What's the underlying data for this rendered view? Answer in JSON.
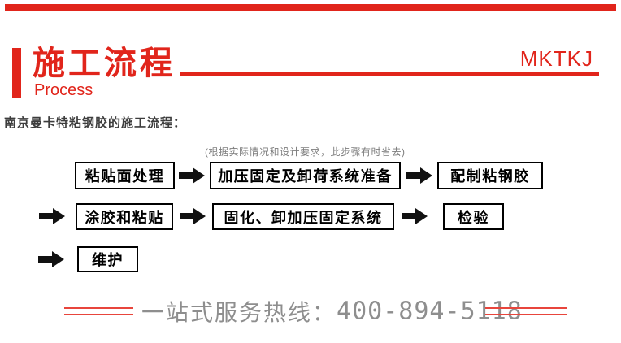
{
  "colors": {
    "accent_red": "#e1251b",
    "footer_line_red": "#e8453c",
    "box_border": "#000000",
    "box_text": "#000000",
    "intro_text": "#3d3d3d",
    "note_text": "#7d7d7d",
    "hotline_text": "#8e8e8e"
  },
  "header": {
    "title": "施工流程",
    "subtitle": "Process",
    "brand": "MKTKJ"
  },
  "intro": {
    "text": "南京曼卡特粘钢胶的施工流程："
  },
  "flow": {
    "note": "(根据实际情况和设计要求，此步骤有时省去)",
    "steps": [
      {
        "label": "粘贴面处理"
      },
      {
        "label": "加压固定及卸荷系统准备"
      },
      {
        "label": "配制粘钢胶"
      },
      {
        "label": "涂胶和粘贴"
      },
      {
        "label": "固化、卸加压固定系统"
      },
      {
        "label": "检验"
      },
      {
        "label": "维护"
      }
    ]
  },
  "footer": {
    "hotline_label": "一站式服务热线：",
    "hotline_number": "400-894-5118"
  }
}
